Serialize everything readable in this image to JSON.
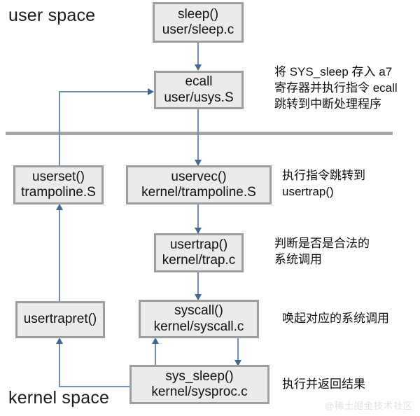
{
  "diagram": {
    "title_user_space": "user space",
    "title_kernel_space": "kernel space",
    "watermark": "@稀土掘金技术社区",
    "colors": {
      "node_fill": "#ebebeb",
      "node_border": "#9e9e9e",
      "arrow": "#3f6899",
      "connector": "#6f90b5",
      "divider": "#a6a6a6",
      "text": "#111111",
      "watermark": "#e2e2e2"
    },
    "nodes": [
      {
        "id": "sleep",
        "line1": "sleep()",
        "line2": "user/sleep.c"
      },
      {
        "id": "ecall",
        "line1": "ecall",
        "line2": "user/usys.S"
      },
      {
        "id": "userset",
        "line1": "userset()",
        "line2": "trampoline.S"
      },
      {
        "id": "uservec",
        "line1": "uservec()",
        "line2": "kernel/trampoline.S"
      },
      {
        "id": "usertrap",
        "line1": "usertrap()",
        "line2": "kernel/trap.c"
      },
      {
        "id": "usertrapret",
        "line1": "usertrapret()",
        "line2": ""
      },
      {
        "id": "syscall",
        "line1": "syscall()",
        "line2": "kernel/syscall.c"
      },
      {
        "id": "sys_sleep",
        "line1": "sys_sleep()",
        "line2": "kernel/sysproc.c"
      }
    ],
    "notes": [
      {
        "id": "note-ecall",
        "text": "将 SYS_sleep 存入 a7\n寄存器并执行指令 ecall\n跳转到中断处理程序"
      },
      {
        "id": "note-uservec",
        "text": "执行指令跳转到\nusertrap()"
      },
      {
        "id": "note-usertrap",
        "text": "判断是否是合法的\n系统调用"
      },
      {
        "id": "note-syscall",
        "text": "唤起对应的系统调用"
      },
      {
        "id": "note-sys_sleep",
        "text": "执行并返回结果"
      }
    ]
  }
}
